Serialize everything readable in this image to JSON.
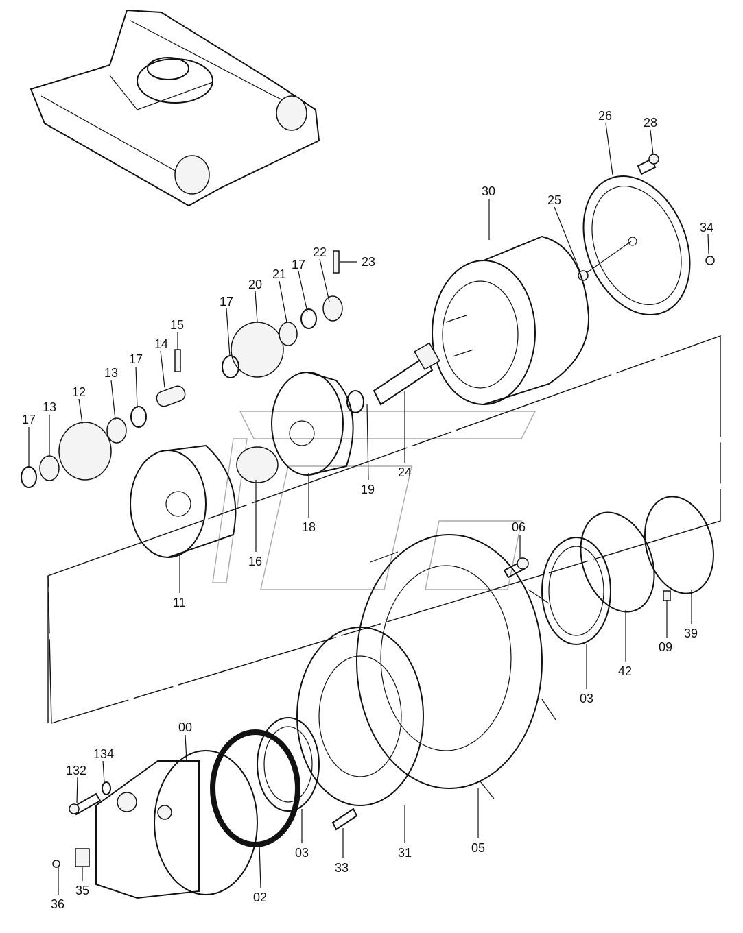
{
  "callouts": {
    "c26": "26",
    "c28": "28",
    "c30": "30",
    "c25": "25",
    "c34": "34",
    "c22": "22",
    "c23": "23",
    "c21": "21",
    "c17a": "17",
    "c20": "20",
    "c17b": "17",
    "c15": "15",
    "c14": "14",
    "c17c": "17",
    "c13a": "13",
    "c12": "12",
    "c13b": "13",
    "c17d": "17",
    "c19": "19",
    "c24": "24",
    "c18": "18",
    "c16": "16",
    "c11": "11",
    "c06": "06",
    "c09": "09",
    "c39": "39",
    "c42": "42",
    "c03a": "03",
    "c00": "00",
    "c134": "134",
    "c132": "132",
    "c36": "36",
    "c35": "35",
    "c02": "02",
    "c03b": "03",
    "c33": "33",
    "c31": "31",
    "c05": "05"
  }
}
